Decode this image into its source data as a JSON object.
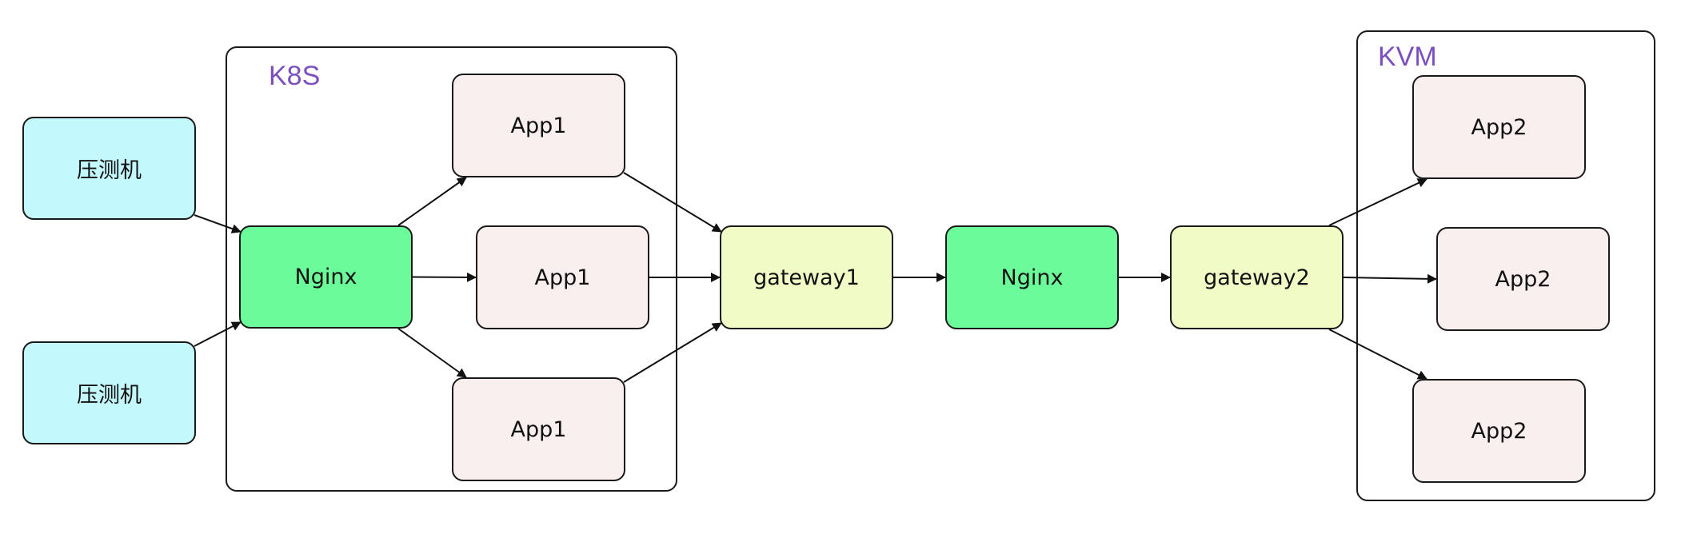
{
  "colors": {
    "client": "#c3f8fd",
    "nginx": "#6cfb9a",
    "app": "#f9efee",
    "gateway": "#f1fbc6",
    "group_label": "#7b4fc0",
    "line": "#111111"
  },
  "groups": {
    "k8s": {
      "label": "K8S"
    },
    "kvm": {
      "label": "KVM"
    }
  },
  "nodes": {
    "client1": {
      "label": "压测机"
    },
    "client2": {
      "label": "压测机"
    },
    "nginx_k8s": {
      "label": "Nginx"
    },
    "app1_top": {
      "label": "App1"
    },
    "app1_mid": {
      "label": "App1"
    },
    "app1_bot": {
      "label": "App1"
    },
    "gateway1": {
      "label": "gateway1"
    },
    "nginx_mid": {
      "label": "Nginx"
    },
    "gateway2": {
      "label": "gateway2"
    },
    "app2_top": {
      "label": "App2"
    },
    "app2_mid": {
      "label": "App2"
    },
    "app2_bot": {
      "label": "App2"
    }
  },
  "edges": [
    {
      "from": "client1",
      "to": "nginx_k8s"
    },
    {
      "from": "client2",
      "to": "nginx_k8s"
    },
    {
      "from": "nginx_k8s",
      "to": "app1_top"
    },
    {
      "from": "nginx_k8s",
      "to": "app1_mid"
    },
    {
      "from": "nginx_k8s",
      "to": "app1_bot"
    },
    {
      "from": "app1_top",
      "to": "gateway1"
    },
    {
      "from": "app1_mid",
      "to": "gateway1"
    },
    {
      "from": "app1_bot",
      "to": "gateway1"
    },
    {
      "from": "gateway1",
      "to": "nginx_mid"
    },
    {
      "from": "nginx_mid",
      "to": "gateway2"
    },
    {
      "from": "gateway2",
      "to": "app2_top"
    },
    {
      "from": "gateway2",
      "to": "app2_mid"
    },
    {
      "from": "gateway2",
      "to": "app2_bot"
    }
  ]
}
